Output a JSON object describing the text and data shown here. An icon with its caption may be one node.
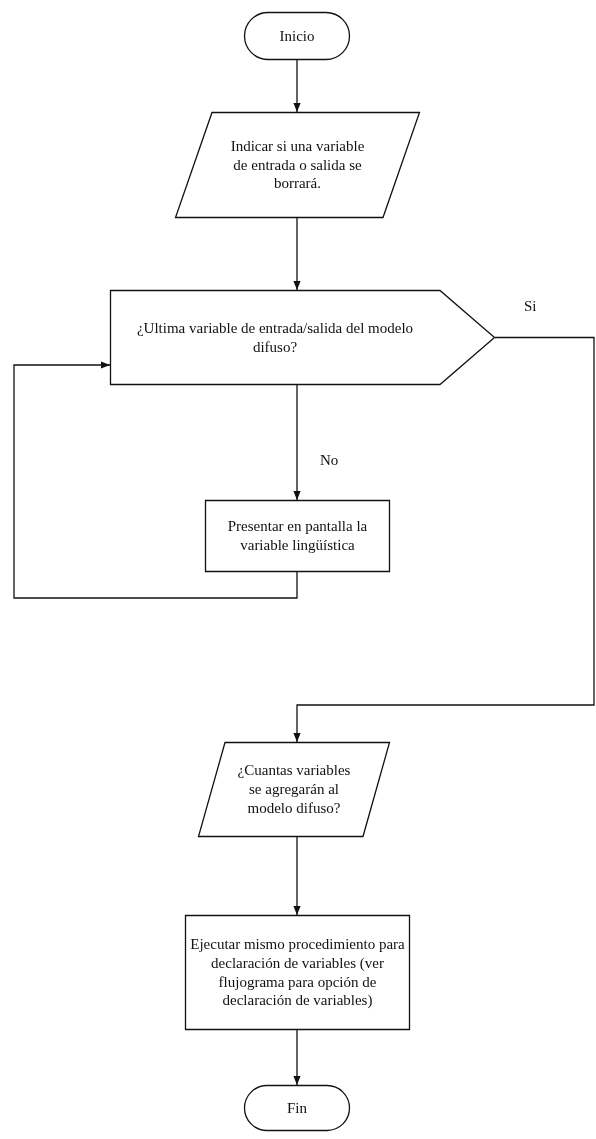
{
  "diagram": {
    "nodes": [
      {
        "text": [
          "Inicio"
        ]
      },
      {
        "text": [
          "Indicar si una variable de entrada o salida se borrará."
        ]
      },
      {
        "text": [
          "¿Ultima variable de entrada/salida del modelo difuso?"
        ]
      },
      {
        "text": [
          "Presentar en pantalla la variable lingüística"
        ]
      },
      {
        "text": [
          "¿Cuantas variables se agregarán al modelo difuso?"
        ]
      },
      {
        "text": [
          "Ejecutar mismo procedimiento para declaración de variables (ver flujograma para opción de declaración de variables)"
        ]
      },
      {
        "text": [
          "Fin"
        ]
      }
    ],
    "edges": [
      {
        "from": 0,
        "to": 1,
        "arrow": "to"
      },
      {
        "from": 1,
        "to": 2,
        "arrow": "to"
      },
      {
        "from": 2,
        "to": 3,
        "arrow": "to",
        "label": "No"
      },
      {
        "from": 3,
        "to": 2,
        "arrow": "to"
      },
      {
        "from": 2,
        "to": 4,
        "arrow": "to",
        "label": "Si"
      },
      {
        "from": 4,
        "to": 5,
        "arrow": "to"
      },
      {
        "from": 5,
        "to": 6,
        "arrow": "to"
      }
    ]
  }
}
